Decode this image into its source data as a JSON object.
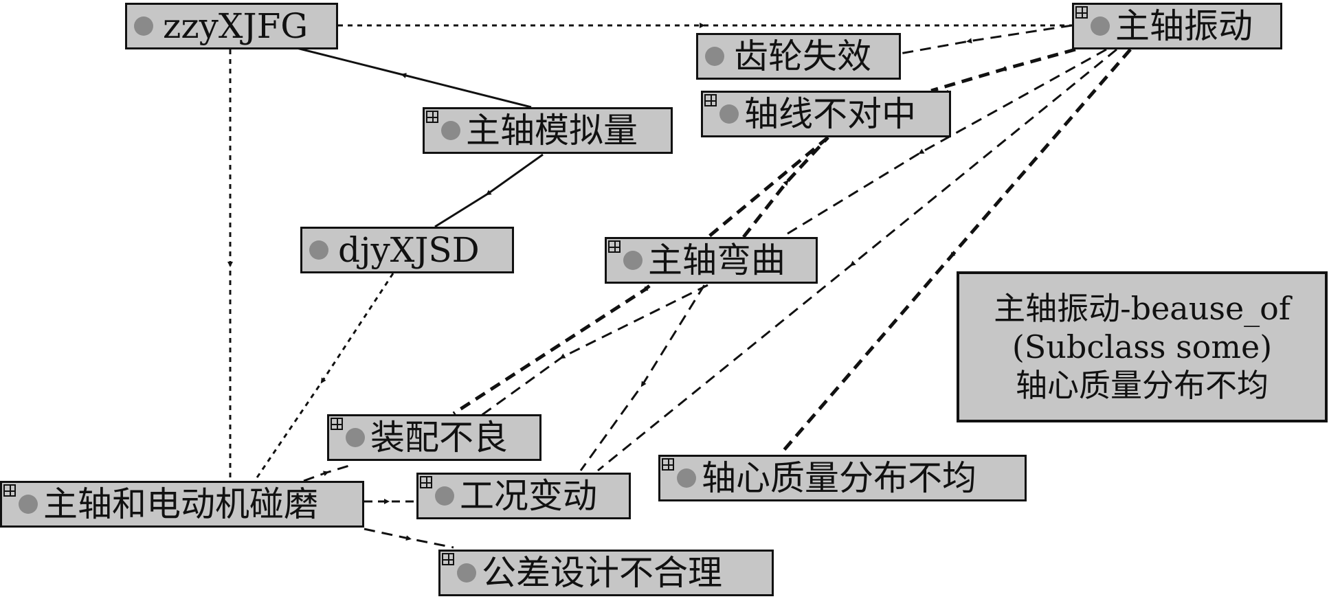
{
  "nodes": [
    {
      "id": "zzyXJFG",
      "label": "zzyXJFG",
      "expandable": false
    },
    {
      "id": "zhuzhou_zhendong",
      "label": "主轴振动",
      "expandable": true
    },
    {
      "id": "chilun_shixiao",
      "label": "齿轮失效",
      "expandable": false
    },
    {
      "id": "zhouxian_buduizhong",
      "label": "轴线不对中",
      "expandable": true
    },
    {
      "id": "zhuzhou_moniliang",
      "label": "主轴模拟量",
      "expandable": true
    },
    {
      "id": "djyXJSD",
      "label": "djyXJSD",
      "expandable": false
    },
    {
      "id": "zhuzhou_wanqu",
      "label": "主轴弯曲",
      "expandable": true
    },
    {
      "id": "zhuangpei_buliang",
      "label": "装配不良",
      "expandable": true
    },
    {
      "id": "zhuzhou_dianji_pengmo",
      "label": "主轴和电动机碰磨",
      "expandable": true
    },
    {
      "id": "gongkuang_biandong",
      "label": "工况变动",
      "expandable": true
    },
    {
      "id": "zhouxin_zhiliang",
      "label": "轴心质量分布不均",
      "expandable": true
    },
    {
      "id": "gongcha_sheji",
      "label": "公差设计不合理",
      "expandable": true
    }
  ],
  "note": {
    "lines": [
      "主轴振动-beause_of",
      "(Subclass some)",
      "轴心质量分布不均"
    ]
  },
  "colors": {
    "node_fill": "#c6c6c6",
    "dot": "#8a8a8a",
    "line": "#111111"
  }
}
